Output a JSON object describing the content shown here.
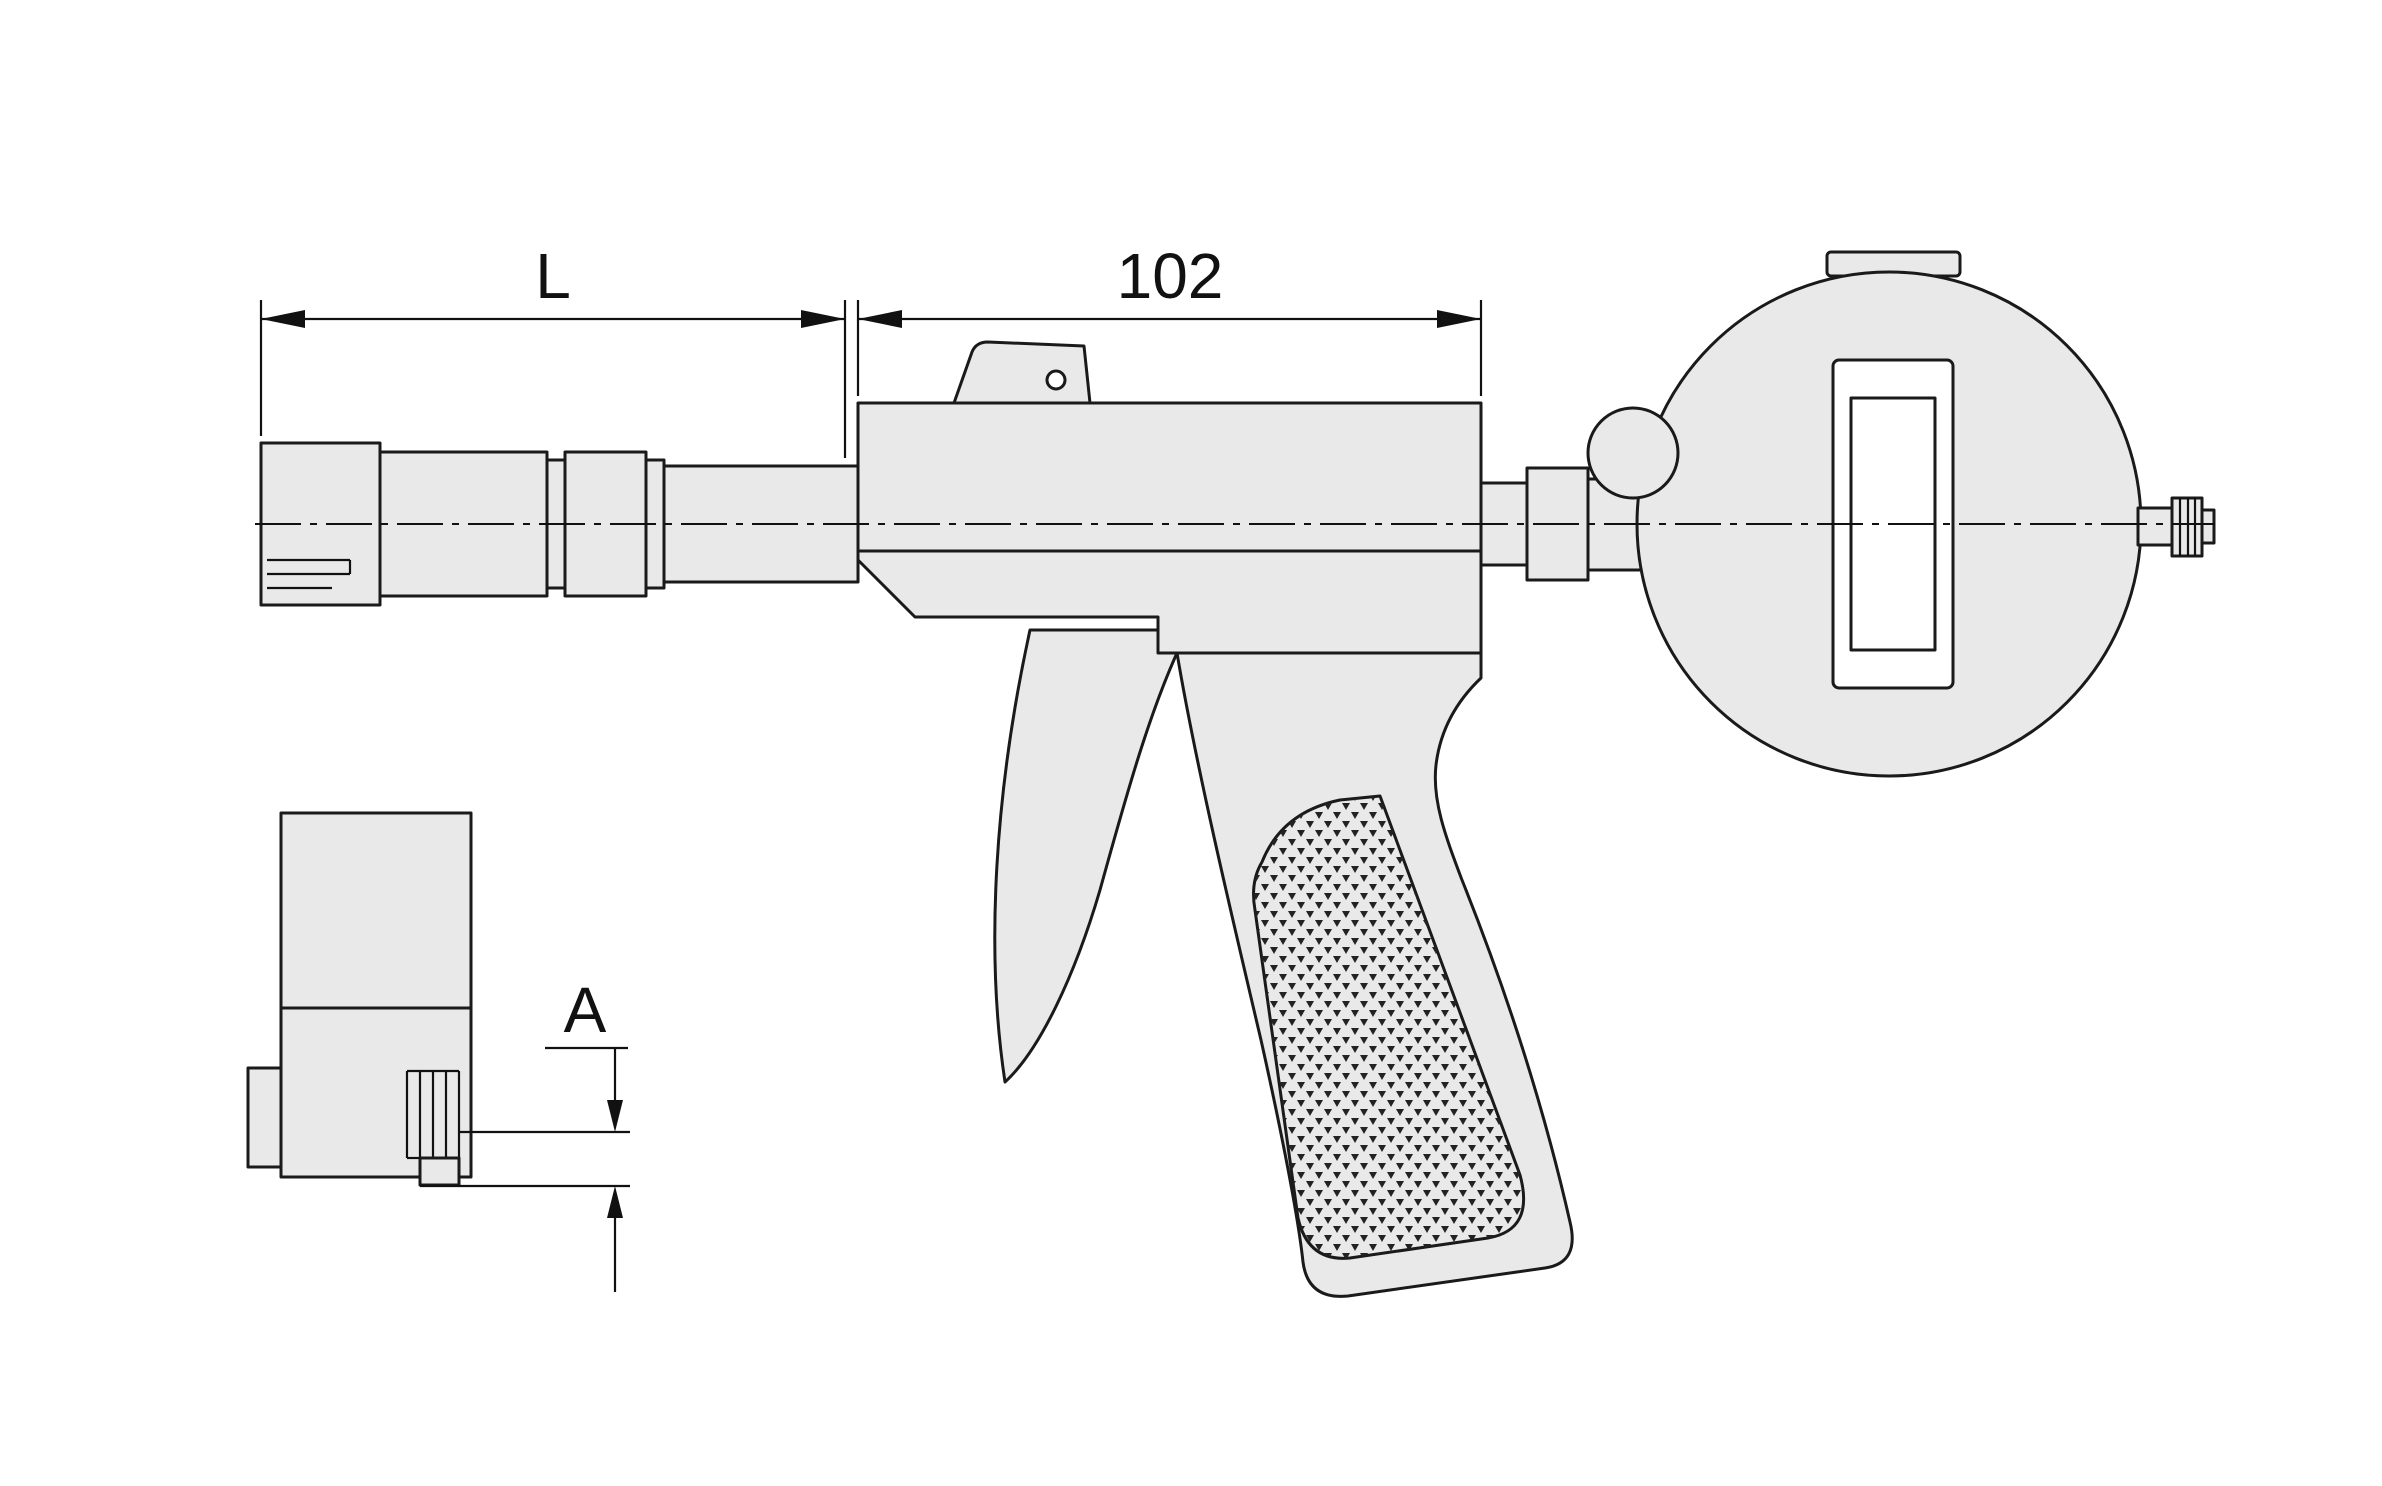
{
  "diagram": {
    "type": "technical-line-drawing",
    "subject": "pistol-grip bore gauge with digital dial indicator and detail view of measuring head",
    "labels": {
      "probe_length": "L",
      "body_length": "102",
      "tip_offset": "A"
    },
    "colors": {
      "outline": "#1a1a1a",
      "part_fill": "#e9e9e9",
      "display_fill": "#ffffff",
      "background": "#ffffff"
    }
  }
}
